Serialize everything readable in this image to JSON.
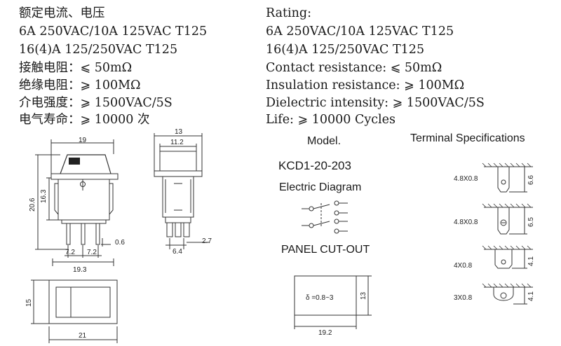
{
  "specs_cn": [
    "额定电流、电压",
    "6A 250VAC/10A 125VAC T125",
    "16(4)A 125/250VAC T125",
    "接触电阻：⩽ 50mΩ",
    "绝缘电阻：⩾ 100MΩ",
    "介电强度：⩾ 1500VAC/5S",
    "电气寿命：⩾ 10000 次"
  ],
  "specs_en": [
    "Rating:",
    "6A 250VAC/10A 125VAC T125",
    "16(4)A 125/250VAC T125",
    "Contact resistance: ⩽ 50mΩ",
    "Insulation resistance: ⩾ 100MΩ",
    "Dielectric intensity: ⩾ 1500VAC/5S",
    "Life: ⩾ 10000 Cycles"
  ],
  "model": {
    "label": "Model.",
    "value": "KCD1-20-203"
  },
  "electric_diagram": {
    "label": "Electric Diagram"
  },
  "panel_cutout": {
    "label": "PANEL CUT-OUT",
    "note": "δ =0.8~3",
    "width": "19.2",
    "height": "13"
  },
  "terminal_specs": {
    "label": "Terminal  Specifications",
    "items": [
      {
        "size": "4.8X0.8",
        "dim": "6.6"
      },
      {
        "size": "4.8X0.8",
        "dim": "6.5"
      },
      {
        "size": "4X0.8",
        "dim": "4.1"
      },
      {
        "size": "3X0.8",
        "dim": "4.1"
      }
    ]
  },
  "front_view": {
    "width": "19",
    "height_total": "20.6",
    "height_body": "16.3",
    "pin_pitch_1": "7.2",
    "pin_pitch_2": "7.2",
    "pin_span": "19.3",
    "pin_thickness": "0.6"
  },
  "side_view": {
    "width_outer": "13",
    "width_inner": "11.2",
    "pin_offset": "6.4",
    "pin_width": "2.7"
  },
  "bottom_view": {
    "width": "21",
    "height": "15"
  }
}
